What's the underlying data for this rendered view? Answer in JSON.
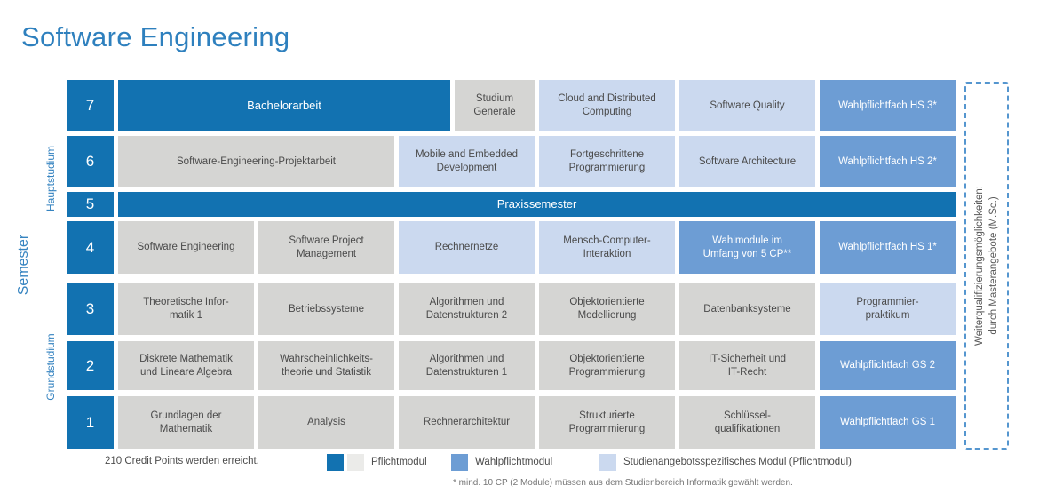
{
  "title": "Software Engineering",
  "axis": {
    "semester": "Semester",
    "hauptstudium": "Hauptstudium",
    "grundstudium": "Grundstudium"
  },
  "colors": {
    "dark_blue": "#1272B1",
    "medium_blue": "#6D9DD4",
    "light_blue": "#CBD9EF",
    "gray": "#D5D5D3",
    "legend_gray": "#EBEBE9",
    "accent_blue": "#2E80BE",
    "dashed_border": "#5596CF"
  },
  "rows": [
    {
      "number": "7",
      "modules": [
        {
          "label": "Bachelorarbeit",
          "type": "pflicht-blue",
          "span": 2.4
        },
        {
          "label": "Studium\nGenerale",
          "type": "pflicht-gray",
          "span": 0.6
        },
        {
          "label": "Cloud and Distributed\nComputing",
          "type": "spezifisch",
          "span": 1
        },
        {
          "label": "Software Quality",
          "type": "spezifisch",
          "span": 1
        },
        {
          "label": "Wahlpflichtfach HS 3*",
          "type": "wahlpflicht",
          "span": 1
        }
      ]
    },
    {
      "number": "6",
      "modules": [
        {
          "label": "Software-Engineering-Projektarbeit",
          "type": "pflicht-gray",
          "span": 2
        },
        {
          "label": "Mobile and Embedded\nDevelopment",
          "type": "spezifisch",
          "span": 1
        },
        {
          "label": "Fortgeschrittene\nProgrammierung",
          "type": "spezifisch",
          "span": 1
        },
        {
          "label": "Software Architecture",
          "type": "spezifisch",
          "span": 1
        },
        {
          "label": "Wahlpflichtfach HS 2*",
          "type": "wahlpflicht",
          "span": 1
        }
      ]
    },
    {
      "number": "5",
      "modules": [
        {
          "label": "Praxissemester",
          "type": "pflicht-blue",
          "span": 6
        }
      ]
    },
    {
      "number": "4",
      "modules": [
        {
          "label": "Software Engineering",
          "type": "pflicht-gray",
          "span": 1
        },
        {
          "label": "Software Project\nManagement",
          "type": "pflicht-gray",
          "span": 1
        },
        {
          "label": "Rechnernetze",
          "type": "spezifisch",
          "span": 1
        },
        {
          "label": "Mensch-Computer-\nInteraktion",
          "type": "spezifisch",
          "span": 1
        },
        {
          "label": "Wahlmodule im\nUmfang von 5 CP**",
          "type": "wahlpflicht",
          "span": 1
        },
        {
          "label": "Wahlpflichtfach HS 1*",
          "type": "wahlpflicht",
          "span": 1
        }
      ]
    },
    {
      "number": "3",
      "modules": [
        {
          "label": "Theoretische Infor-\nmatik 1",
          "type": "pflicht-gray",
          "span": 1
        },
        {
          "label": "Betriebssysteme",
          "type": "pflicht-gray",
          "span": 1
        },
        {
          "label": "Algorithmen und\nDatenstrukturen 2",
          "type": "pflicht-gray",
          "span": 1
        },
        {
          "label": "Objektorientierte\nModellierung",
          "type": "pflicht-gray",
          "span": 1
        },
        {
          "label": "Datenbanksysteme",
          "type": "pflicht-gray",
          "span": 1
        },
        {
          "label": "Programmier-\npraktikum",
          "type": "spezifisch",
          "span": 1
        }
      ]
    },
    {
      "number": "2",
      "modules": [
        {
          "label": "Diskrete Mathematik\nund Lineare Algebra",
          "type": "pflicht-gray",
          "span": 1
        },
        {
          "label": "Wahrscheinlichkeits-\ntheorie und Statistik",
          "type": "pflicht-gray",
          "span": 1
        },
        {
          "label": "Algorithmen und\nDatenstrukturen 1",
          "type": "pflicht-gray",
          "span": 1
        },
        {
          "label": "Objektorientierte\nProgrammierung",
          "type": "pflicht-gray",
          "span": 1
        },
        {
          "label": "IT-Sicherheit und\nIT-Recht",
          "type": "pflicht-gray",
          "span": 1
        },
        {
          "label": "Wahlpflichtfach GS 2",
          "type": "wahlpflicht",
          "span": 1
        }
      ]
    },
    {
      "number": "1",
      "modules": [
        {
          "label": "Grundlagen der\nMathematik",
          "type": "pflicht-gray",
          "span": 1
        },
        {
          "label": "Analysis",
          "type": "pflicht-gray",
          "span": 1
        },
        {
          "label": "Rechnerarchitektur",
          "type": "pflicht-gray",
          "span": 1
        },
        {
          "label": "Strukturierte\nProgrammierung",
          "type": "pflicht-gray",
          "span": 1
        },
        {
          "label": "Schlüssel-\nqualifikationen",
          "type": "pflicht-gray",
          "span": 1
        },
        {
          "label": "Wahlpflichtfach GS 1",
          "type": "wahlpflicht",
          "span": 1
        }
      ]
    }
  ],
  "right_note": "Weiterqualifizierungsmöglichkeiten:\ndurch Masterangebote (M.Sc.)",
  "legend": {
    "credits": "210 Credit Points werden erreicht.",
    "items": [
      {
        "label": "Pflichtmodul",
        "swatches": [
          "dark_blue",
          "legend_gray"
        ]
      },
      {
        "label": "Wahlpflichtmodul",
        "swatches": [
          "medium_blue"
        ]
      },
      {
        "label": "Studienangebotsspezifisches Modul (Pflichtmodul)",
        "swatches": [
          "light_blue"
        ]
      }
    ]
  },
  "footnote": "* mind. 10 CP (2 Module) müssen aus dem Studienbereich Informatik gewählt werden."
}
